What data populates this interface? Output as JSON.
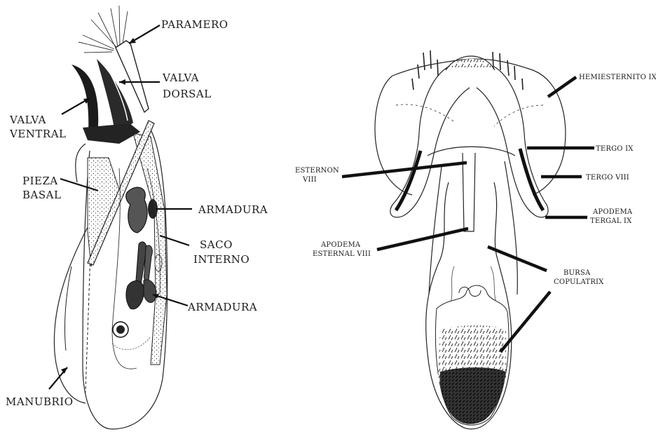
{
  "left_figure": {
    "labels": {
      "paramero": "PARAMERO",
      "valva_dorsal_1": "VALVA",
      "valva_dorsal_2": "DORSAL",
      "valva_ventral_1": "VALVA",
      "valva_ventral_2": "VENTRAL",
      "pieza_basal_1": "PIEZA",
      "pieza_basal_2": "BASAL",
      "armadura_upper": "ARMADURA",
      "saco_interno_1": "SACO",
      "saco_interno_2": "INTERNO",
      "armadura_lower": "ARMADURA",
      "manubrio": "MANUBRIO"
    }
  },
  "right_figure": {
    "labels": {
      "hemiesternito": "HEMIESTERNITO IX",
      "tergo_ix": "TERGO IX",
      "esternon_1": "ESTERNON",
      "esternon_2": "VIII",
      "tergo_viii": "TERGO VIII",
      "apodema_tergal_1": "APODEMA",
      "apodema_tergal_2": "TERGAL IX",
      "apodema_esternal_1": "APODEMA",
      "apodema_esternal_2": "ESTERNAL VIII",
      "bursa_1": "BURSA",
      "bursa_2": "COPULATRIX"
    }
  }
}
